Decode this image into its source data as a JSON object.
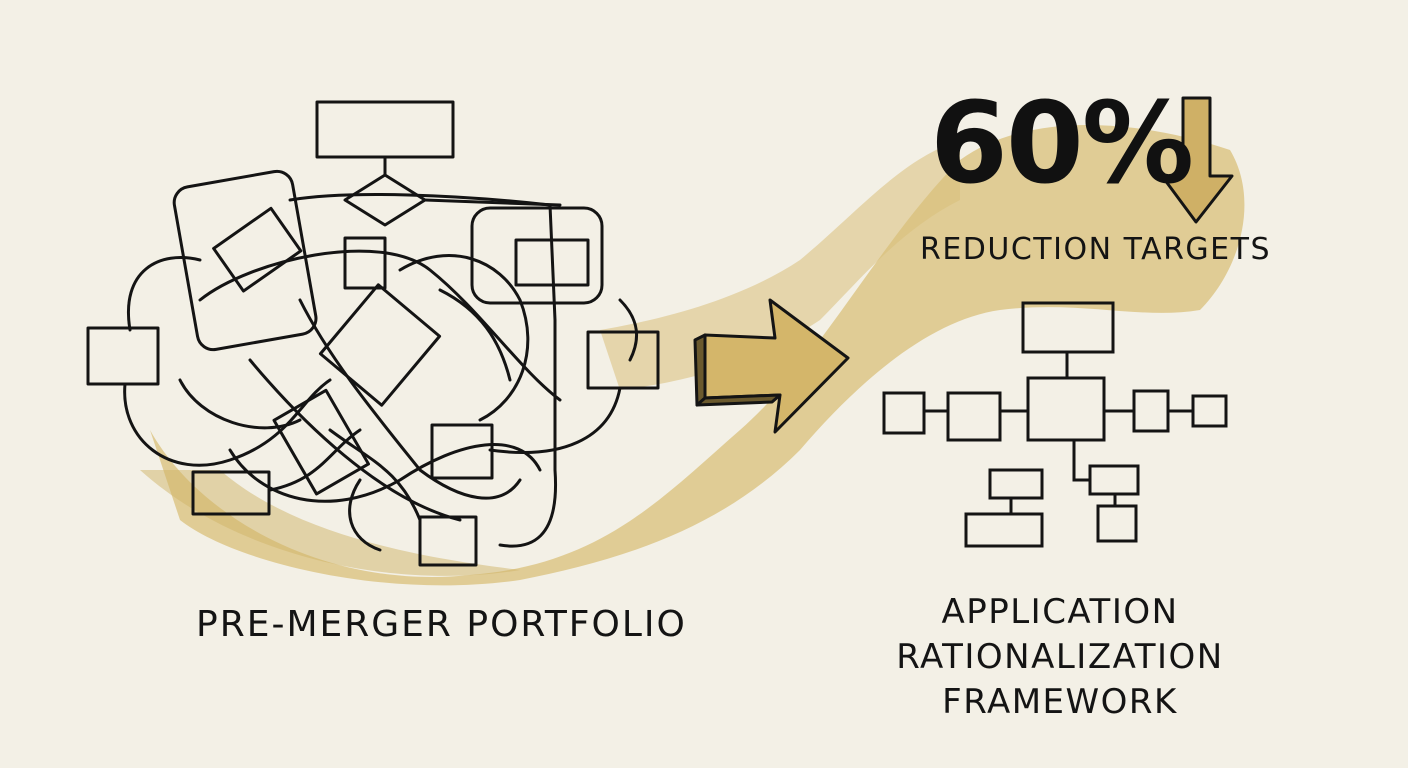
{
  "colors": {
    "paper": "#f3f0e6",
    "wash": "#d9c07a",
    "ink": "#141414"
  },
  "left_panel": {
    "title": "PRE-MERGER PORTFOLIO",
    "description": "Tangled network of application boxes with overlapping connections"
  },
  "transition": {
    "icon": "right-arrow-icon"
  },
  "metric": {
    "value": "60%",
    "direction_icon": "down-arrow-icon",
    "label": "REDUCTION TARGETS"
  },
  "right_panel": {
    "title_line1": "APPLICATION RATIONALIZATION",
    "title_line2": "FRAMEWORK",
    "description": "Clean hierarchical diagram of consolidated applications"
  }
}
